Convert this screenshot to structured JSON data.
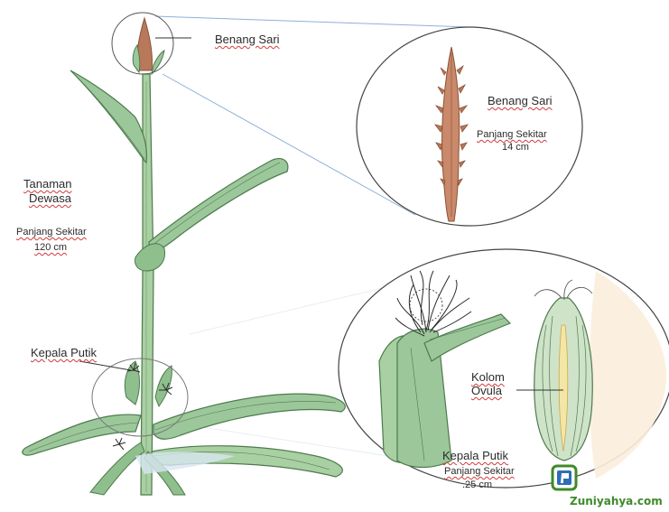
{
  "labels": {
    "stamen_top": "Benang Sari",
    "stamen_zoom_title": "Benang Sari",
    "stamen_zoom_length_label": "Panjang Sekitar",
    "stamen_zoom_length_value": "14 cm",
    "adult_plant_line1": "Tanaman",
    "adult_plant_line2": "Dewasa",
    "adult_plant_length_label": "Panjang Sekitar",
    "adult_plant_length_value": "120  cm",
    "pistil_head_left": "Kepala Putik",
    "column_line1": "Kolom",
    "column_line2": "Ovula",
    "pistil_zoom_title": "Kepala Putik",
    "pistil_zoom_length_label": "Panjang Sekitar",
    "pistil_zoom_length_value": ".25 cm"
  },
  "watermark": {
    "text": "Zuniyahya.com"
  },
  "colors": {
    "leaf": "#9bc79a",
    "leaf_dark": "#4e7a4d",
    "tassel": "#b9785a",
    "callout_line": "#8fb0d8",
    "silk": "#2a2a2a",
    "ovule": "#f3e6a6"
  }
}
